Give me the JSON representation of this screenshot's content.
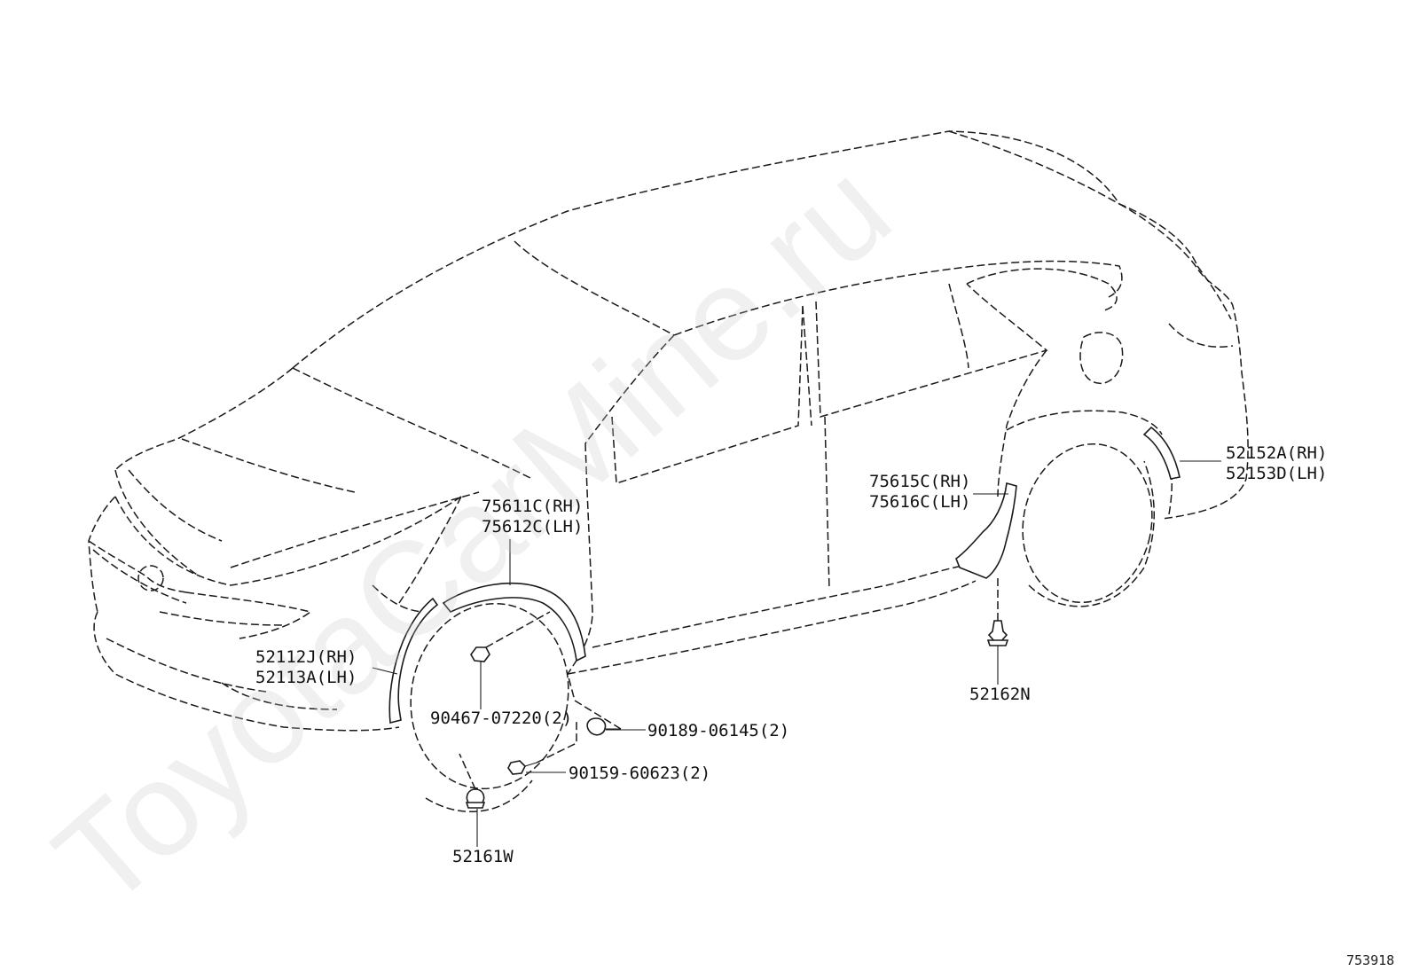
{
  "diagram": {
    "watermark": "ToyotaCarMine.ru",
    "diagram_code": "753918",
    "labels": {
      "fender_front_rh": "75611C(RH)",
      "fender_front_lh": "75612C(LH)",
      "fender_rear_rh": "75615C(RH)",
      "fender_rear_lh": "75616C(LH)",
      "mudguard_rear_rh": "52152A(RH)",
      "mudguard_rear_lh": "52153D(LH)",
      "mudguard_front_rh": "52112J(RH)",
      "mudguard_front_lh": "52113A(LH)",
      "bolt_front": "90467-07220(2)",
      "clip_90189": "90189-06145(2)",
      "screw_90159": "90159-60623(2)",
      "clip_52161": "52161W",
      "clip_52162": "52162N"
    }
  }
}
